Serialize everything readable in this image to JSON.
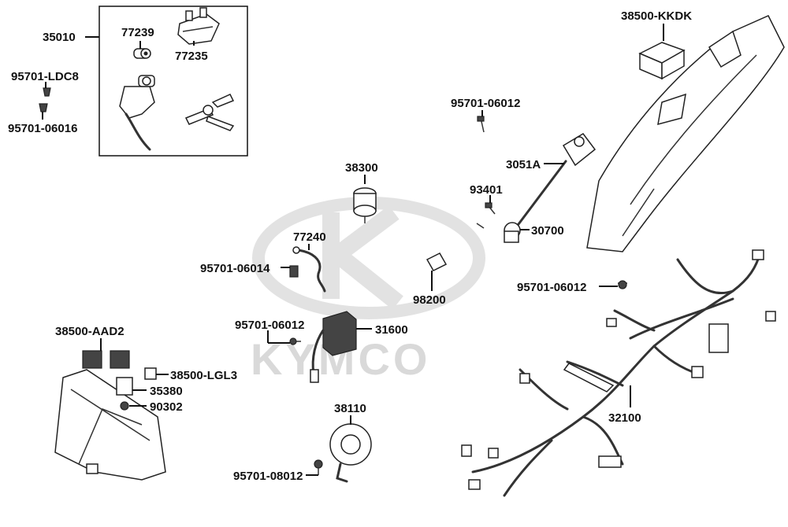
{
  "diagram": {
    "watermark": "KYMCO",
    "labels": [
      {
        "key": "l35010",
        "text": "35010"
      },
      {
        "key": "l77239",
        "text": "77239"
      },
      {
        "key": "l77235",
        "text": "77235"
      },
      {
        "key": "l95701LDC8",
        "text": "95701-LDC8"
      },
      {
        "key": "l9570106016",
        "text": "95701-06016"
      },
      {
        "key": "l38500KKDK",
        "text": "38500-KKDK"
      },
      {
        "key": "l9570106012a",
        "text": "95701-06012"
      },
      {
        "key": "l3051A",
        "text": "3051A"
      },
      {
        "key": "l38300",
        "text": "38300"
      },
      {
        "key": "l93401",
        "text": "93401"
      },
      {
        "key": "l30700",
        "text": "30700"
      },
      {
        "key": "l77240",
        "text": "77240"
      },
      {
        "key": "l9570106014",
        "text": "95701-06014"
      },
      {
        "key": "l98200",
        "text": "98200"
      },
      {
        "key": "l9570106012b",
        "text": "95701-06012"
      },
      {
        "key": "l9570106012c",
        "text": "95701-06012"
      },
      {
        "key": "l31600",
        "text": "31600"
      },
      {
        "key": "l38500AAD2",
        "text": "38500-AAD2"
      },
      {
        "key": "l38500LGL3",
        "text": "38500-LGL3"
      },
      {
        "key": "l35380",
        "text": "35380"
      },
      {
        "key": "l90302",
        "text": "90302"
      },
      {
        "key": "l38110",
        "text": "38110"
      },
      {
        "key": "l32100",
        "text": "32100"
      },
      {
        "key": "l9570108012",
        "text": "95701-08012"
      }
    ]
  }
}
